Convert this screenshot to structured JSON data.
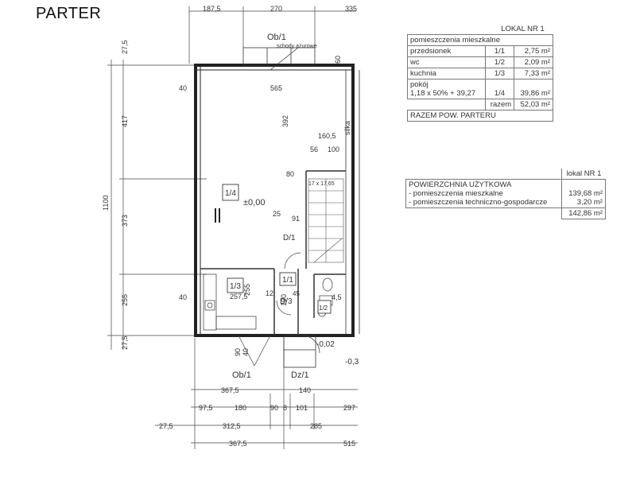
{
  "title": "PARTER",
  "plan_labels": {
    "dims_top": [
      "187,5",
      "270",
      "335"
    ],
    "dims_left": [
      "27,5",
      "417",
      "1100",
      "373",
      "255",
      "27,5"
    ],
    "dims_bottom_row1": [
      "367,5",
      "140"
    ],
    "dims_bottom_row2": [
      "97,5",
      "180",
      "90",
      "8",
      "101",
      "297"
    ],
    "dims_bottom_row3": [
      "27,5",
      "312,5",
      "285"
    ],
    "dims_bottom_row4": [
      "367,5",
      "515"
    ],
    "interior": [
      "565",
      "392",
      "160,5",
      "56",
      "100",
      "40",
      "40",
      "60",
      "80",
      "17 x 17,65",
      "25",
      "91",
      "90",
      "190",
      "45",
      "90",
      "40",
      "255",
      "257,5",
      "12",
      "4,5"
    ],
    "room_tags": [
      "Ob/1",
      "1/4",
      "1/3",
      "1/1",
      "1/2",
      "D/1",
      "D/3",
      "Ob/1",
      "Dz/1"
    ],
    "stair_note": "schody ażurowe",
    "elev_main": "±0,00",
    "elev_entry": "-0,02",
    "elev_side": "-0,3",
    "wall_note": "silka"
  },
  "local_table": {
    "header": "LOKAL NR 1",
    "section": "pomieszczenia mieszkalne",
    "rows": [
      {
        "name": "przedsionek",
        "code": "1/1",
        "area": "2,75 m²"
      },
      {
        "name": "wc",
        "code": "1/2",
        "area": "2,09 m²"
      },
      {
        "name": "kuchnia",
        "code": "1/3",
        "area": "7,33 m²"
      },
      {
        "name": "pokój",
        "name2": "1,18 x 50% + 39,27",
        "code": "1/4",
        "area": "39,86 m²"
      }
    ],
    "subtotal_label": "razem",
    "subtotal_value": "52,03 m²",
    "total_label": "RAZEM POW. PARTERU"
  },
  "usable_table": {
    "header_right": "lokal NR 1",
    "title": "POWIERZCHNIA UŻYTKOWA",
    "rows": [
      {
        "label": "- pomieszczenia mieszkalne",
        "value": "139,68 m²"
      },
      {
        "label": "- pomieszczenia techniczno-gospodarcze",
        "value": "3,20 m²"
      }
    ],
    "total": "142,86 m²"
  }
}
